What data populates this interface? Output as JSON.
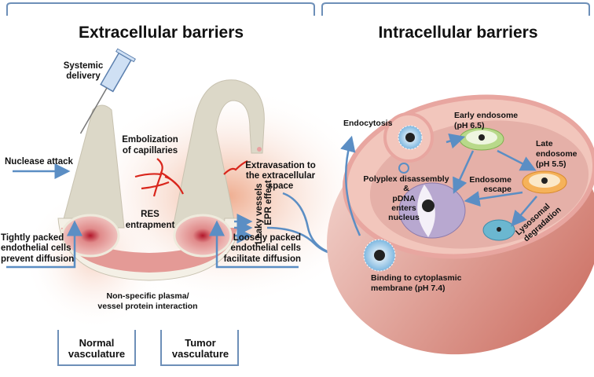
{
  "titles": {
    "extracellular": "Extracellular barriers",
    "intracellular": "Intracellular barriers"
  },
  "extracellular": {
    "systemic_delivery": [
      "Systemic",
      "delivery"
    ],
    "nuclease_attack": "Nuclease attack",
    "embolization": [
      "Embolization",
      "of capillaries"
    ],
    "res": [
      "RES",
      "entrapment"
    ],
    "extravasation": [
      "Extravasation to",
      "the extracellular",
      "space"
    ],
    "leaky": [
      "Leaky vessels",
      "EPR effect"
    ],
    "tightly": [
      "Tightly packed",
      "endothelial cells",
      "prevent diffusion"
    ],
    "nonspecific": [
      "Non-specific plasma/",
      "vessel protein interaction"
    ],
    "loosely": [
      "Loosely packed",
      "endothelial cells",
      "facilitate diffusion"
    ],
    "normal": [
      "Normal",
      "vasculature"
    ],
    "tumor": [
      "Tumor",
      "vasculature"
    ]
  },
  "intracellular": {
    "endocytosis": "Endocytosis",
    "early": [
      "Early endosome",
      "(pH 6.5)"
    ],
    "late": [
      "Late",
      "endosome",
      "(pH 5.5)"
    ],
    "polyplex": [
      "Polyplex disassembly",
      "&",
      "pDNA",
      "enters",
      "nucleus"
    ],
    "escape": [
      "Endosome",
      "escape"
    ],
    "lysosomal": [
      "Lysosomal",
      "degradation"
    ],
    "binding": [
      "Binding to cytoplasmic",
      "membrane (pH 7.4)"
    ]
  },
  "colors": {
    "arrow": "#5b8ec4",
    "vessel": "#dcd8c8",
    "lumen": "#d98b8b",
    "capillary": "#d9261c",
    "cell": "#e8b0a8",
    "early_endosome": "#b8d98a",
    "late_endosome": "#f5b25a",
    "lysosome": "#6bb7d0",
    "nucleus": "#b8a8d0"
  }
}
